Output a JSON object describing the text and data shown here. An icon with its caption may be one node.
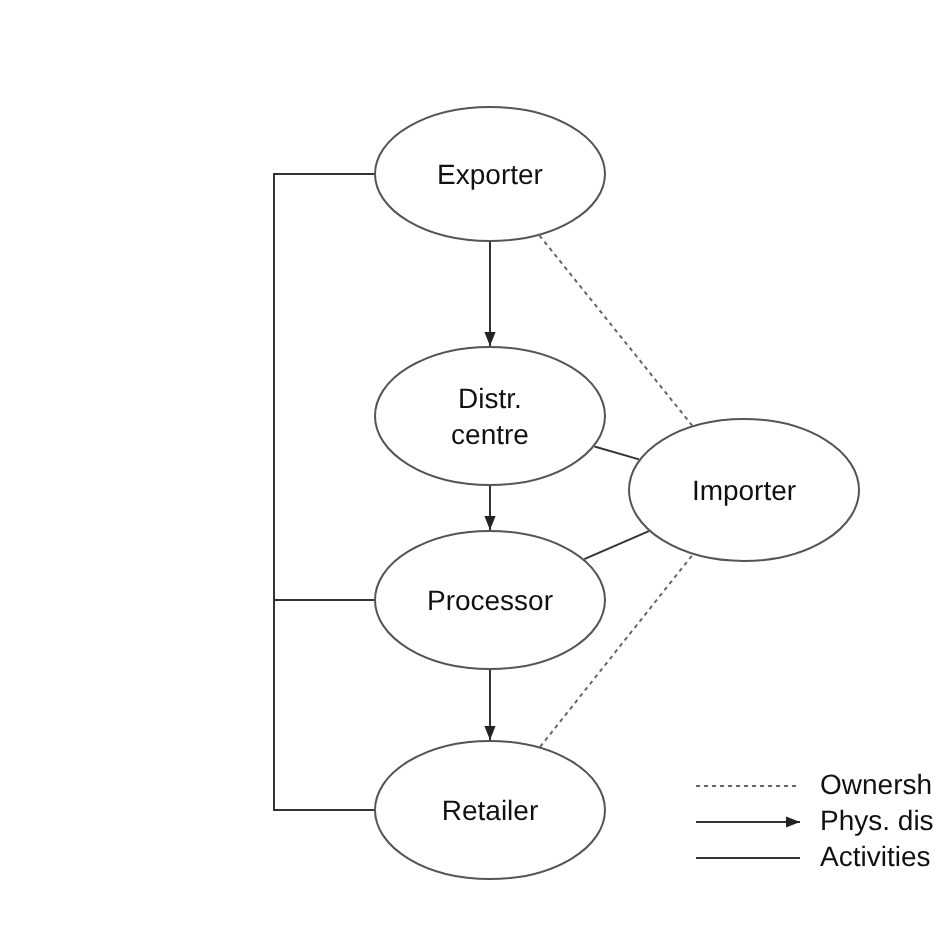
{
  "diagram": {
    "nodes": [
      {
        "text": [
          "Exporter"
        ]
      },
      {
        "text": [
          "Distr. centre"
        ]
      },
      {
        "text": [
          "Processor"
        ]
      },
      {
        "text": [
          "Retailer"
        ]
      },
      {
        "text": [
          "Importer"
        ]
      }
    ],
    "edges": [
      {
        "from": 0,
        "to": 1,
        "arrow": "to"
      },
      {
        "from": 1,
        "to": 2,
        "arrow": "to"
      },
      {
        "from": 2,
        "to": 3,
        "arrow": "to"
      },
      {
        "from": 0,
        "to": 4,
        "arrow": "none",
        "style": "dashed"
      },
      {
        "from": 3,
        "to": 4,
        "arrow": "none",
        "style": "dashed"
      },
      {
        "from": 1,
        "to": 4,
        "arrow": "none"
      },
      {
        "from": 2,
        "to": 4,
        "arrow": "none"
      },
      {
        "from": 0,
        "to": 2,
        "arrow": "none"
      },
      {
        "from": 2,
        "to": 3,
        "arrow": "none"
      }
    ],
    "legend": [
      {
        "text": "Ownersh"
      },
      {
        "text": "Phys. dis"
      },
      {
        "text": "Activities"
      }
    ]
  }
}
